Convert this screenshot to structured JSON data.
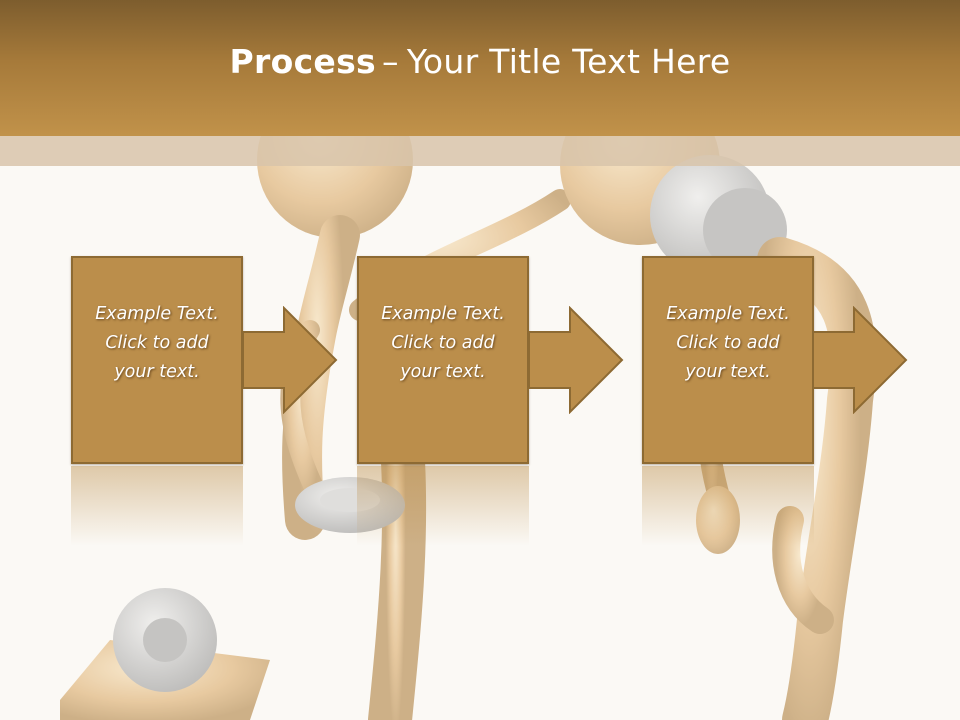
{
  "slide": {
    "title_bold": "Process",
    "title_dash": "–",
    "title_rest": "Your Title Text Here"
  },
  "steps": [
    {
      "line1": "Example Text.",
      "line2": "Click  to add",
      "line3": "your text."
    },
    {
      "line1": "Example Text.",
      "line2": "Click  to add",
      "line3": "your text."
    },
    {
      "line1": "Example Text.",
      "line2": "Click  to add",
      "line3": "your text."
    }
  ],
  "colors": {
    "header": "#a67a3a",
    "box_fill": "#bb8e4b",
    "box_border": "#8d6a33",
    "background": "#fbf9f5"
  }
}
